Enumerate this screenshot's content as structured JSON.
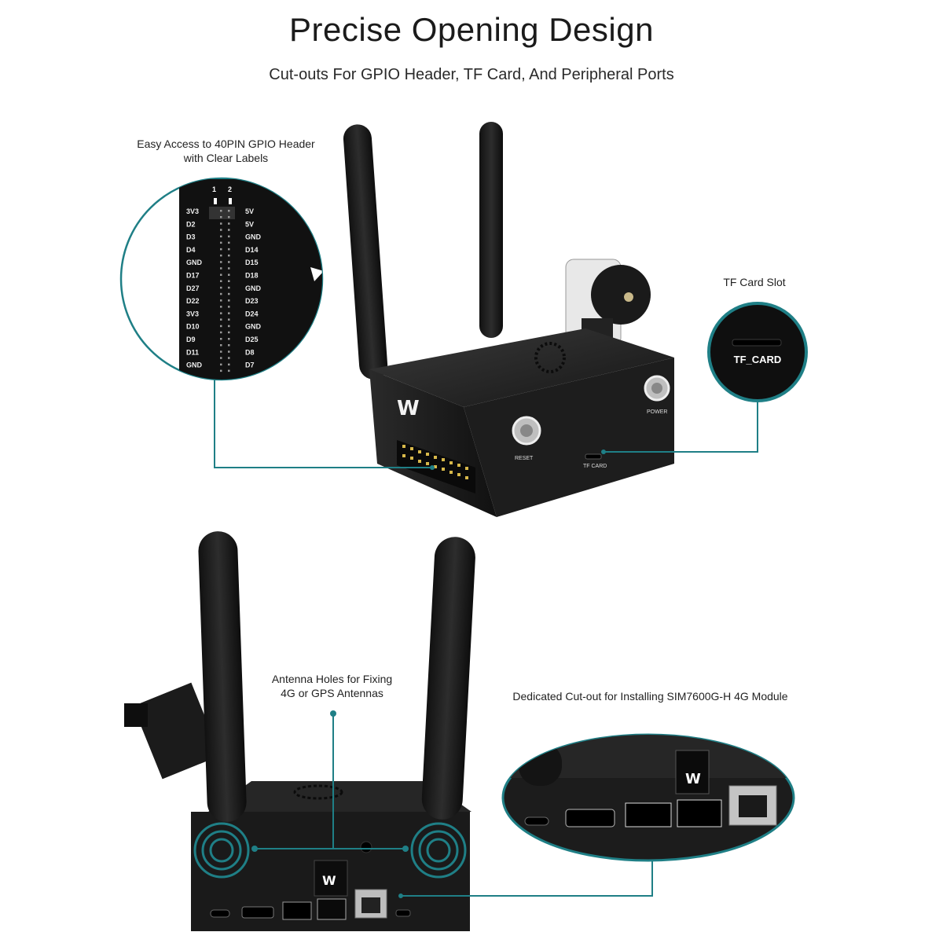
{
  "header": {
    "title": "Precise Opening Design",
    "subtitle": "Cut-outs For GPIO Header, TF Card, And Peripheral Ports"
  },
  "callouts": {
    "gpio": [
      "Easy Access to 40PIN GPIO Header",
      "with Clear Labels"
    ],
    "tf_card": "TF Card Slot",
    "antenna": [
      "Antenna Holes for Fixing",
      "4G or GPS Antennas"
    ],
    "module": "Dedicated Cut-out for  Installing SIM7600G-H 4G Module"
  },
  "gpio_header": {
    "pin_numbers": [
      "1",
      "2"
    ],
    "left_labels": [
      "3V3",
      "D2",
      "D3",
      "D4",
      "GND",
      "D17",
      "D27",
      "D22",
      "3V3",
      "D10",
      "D9",
      "D11",
      "GND"
    ],
    "right_labels": [
      "5V",
      "5V",
      "GND",
      "D14",
      "D15",
      "D18",
      "GND",
      "D23",
      "D24",
      "GND",
      "D25",
      "D8",
      "D7"
    ]
  },
  "tf_zoom_label": "TF_CARD",
  "case_labels": {
    "reset": "RESET",
    "power": "POWER",
    "tf": "TF CARD"
  },
  "colors": {
    "accent": "#1f7f86",
    "case": "#1c1c1c",
    "background": "#ffffff"
  }
}
